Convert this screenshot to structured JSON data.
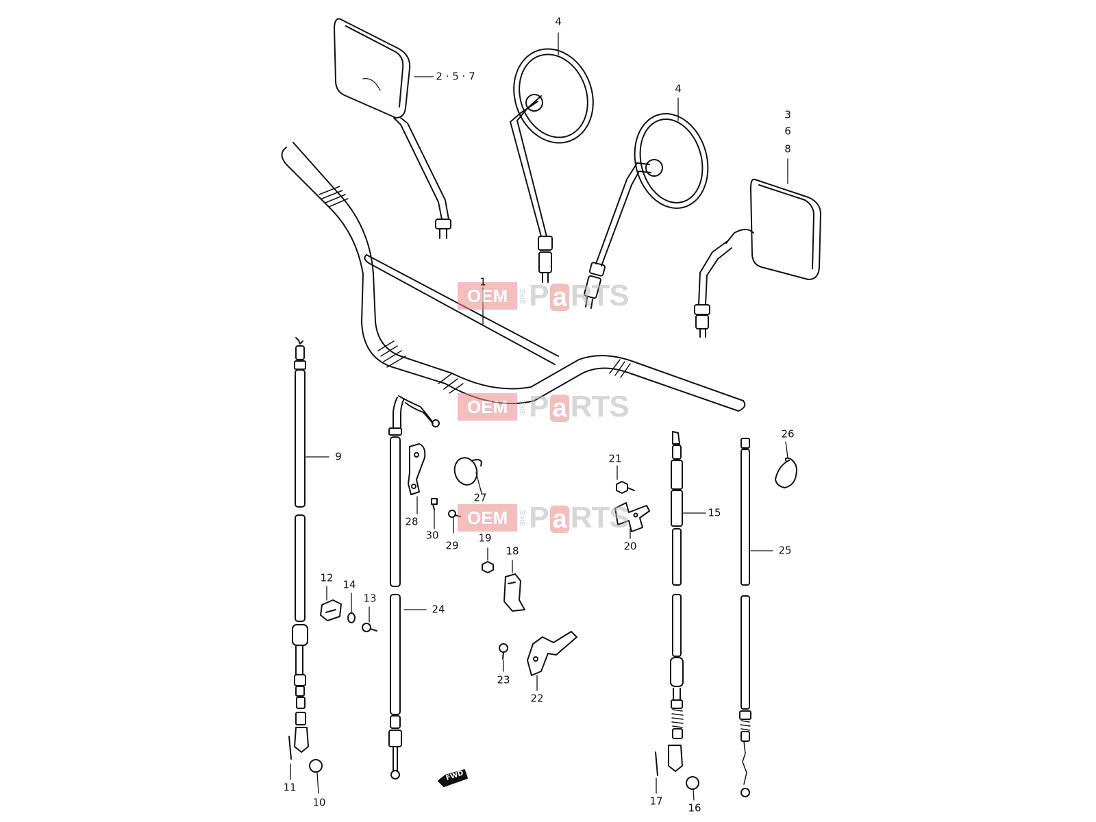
{
  "watermark": {
    "oem": "OEM",
    "bike": "BIKE",
    "parts_p": "P",
    "parts_a": "a",
    "parts_rest": "RTS",
    "colors": {
      "red": "#e88a8a",
      "gray": "#b7b7b7"
    }
  },
  "fwd_label": "FWD",
  "callouts": [
    {
      "id": "c1",
      "text": "1"
    },
    {
      "id": "c257",
      "text": "2 · 5 · 7"
    },
    {
      "id": "c368a",
      "text": "3"
    },
    {
      "id": "c368b",
      "text": "6"
    },
    {
      "id": "c368c",
      "text": "8"
    },
    {
      "id": "c4a",
      "text": "4"
    },
    {
      "id": "c4b",
      "text": "4"
    },
    {
      "id": "c9",
      "text": "9"
    },
    {
      "id": "c10",
      "text": "10"
    },
    {
      "id": "c11",
      "text": "11"
    },
    {
      "id": "c12",
      "text": "12"
    },
    {
      "id": "c13",
      "text": "13"
    },
    {
      "id": "c14",
      "text": "14"
    },
    {
      "id": "c15",
      "text": "15"
    },
    {
      "id": "c16",
      "text": "16"
    },
    {
      "id": "c17",
      "text": "17"
    },
    {
      "id": "c18",
      "text": "18"
    },
    {
      "id": "c19",
      "text": "19"
    },
    {
      "id": "c20",
      "text": "20"
    },
    {
      "id": "c21",
      "text": "21"
    },
    {
      "id": "c22",
      "text": "22"
    },
    {
      "id": "c23",
      "text": "23"
    },
    {
      "id": "c24",
      "text": "24"
    },
    {
      "id": "c25",
      "text": "25"
    },
    {
      "id": "c26",
      "text": "26"
    },
    {
      "id": "c27",
      "text": "27"
    },
    {
      "id": "c28",
      "text": "28"
    },
    {
      "id": "c29",
      "text": "29"
    },
    {
      "id": "c30",
      "text": "30"
    }
  ]
}
